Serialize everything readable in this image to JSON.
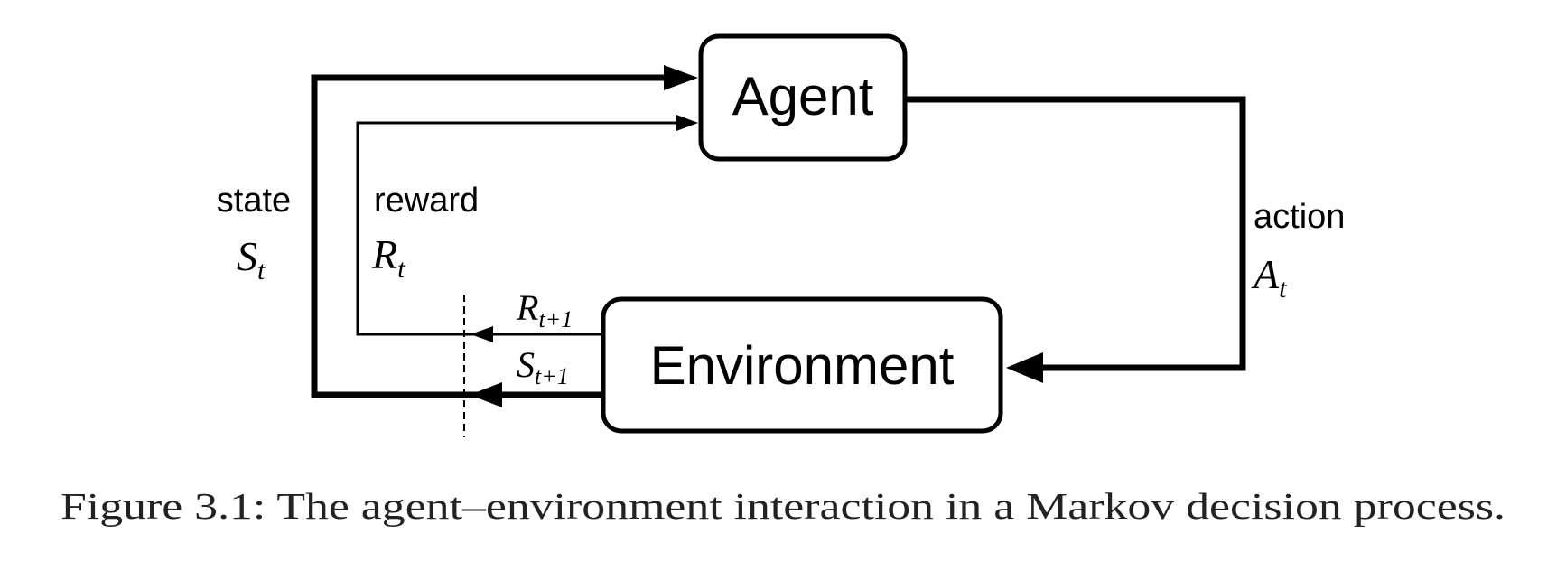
{
  "nodes": {
    "agent": {
      "label": "Agent"
    },
    "environment": {
      "label": "Environment"
    }
  },
  "labels": {
    "state": {
      "word": "state",
      "symbol": "S",
      "subscript": "t"
    },
    "reward": {
      "word": "reward",
      "symbol": "R",
      "subscript": "t"
    },
    "action": {
      "word": "action",
      "symbol": "A",
      "subscript": "t"
    },
    "next_reward": {
      "symbol": "R",
      "subscript": "t+1"
    },
    "next_state": {
      "symbol": "S",
      "subscript": "t+1"
    }
  },
  "caption": "Figure 3.1: The agent–environment interaction in a Markov decision process."
}
